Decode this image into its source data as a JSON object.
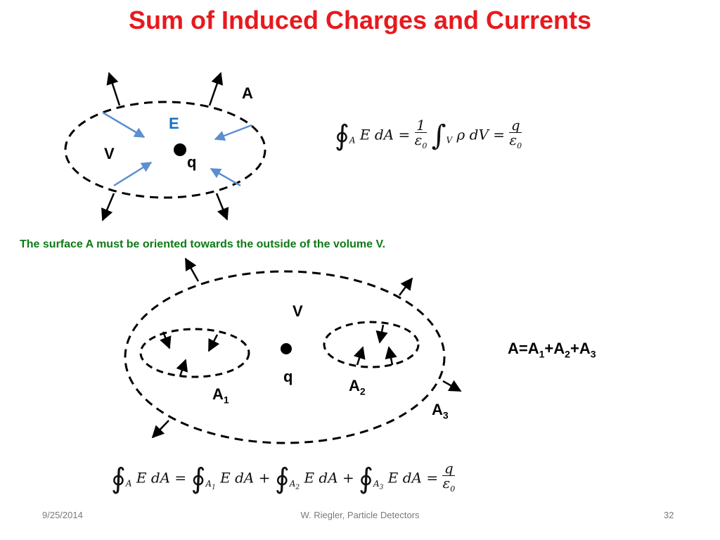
{
  "title": "Sum of Induced Charges and Currents",
  "diagram1": {
    "label_A": "A",
    "label_E": "E",
    "label_V": "V",
    "label_q": "q",
    "equation": "∮_A E dA = 1/ε0 ∫_V ρ dV = q/ε0"
  },
  "note": "The surface A must be oriented towards the outside of the volume V.",
  "diagram2": {
    "label_V": "V",
    "label_q": "q",
    "label_A1": "A",
    "label_A1_sub": "1",
    "label_A2": "A",
    "label_A2_sub": "2",
    "label_A3": "A",
    "label_A3_sub": "3",
    "sum_text": "A=A",
    "sum_sub1": "1",
    "sum_plus1": "+A",
    "sum_sub2": "2",
    "sum_plus2": "+A",
    "sum_sub3": "3",
    "equation": "∮_A E dA = ∮_A1 E dA + ∮_A2 E dA + ∮_A3 E dA = q/ε0"
  },
  "footer": {
    "date": "9/25/2014",
    "author": "W. Riegler, Particle Detectors",
    "page": "32"
  },
  "colors": {
    "title": "#e8191d",
    "note": "#0e7a16",
    "field_arrows": "#5b8fd0",
    "label_E": "#1a6fc2"
  }
}
